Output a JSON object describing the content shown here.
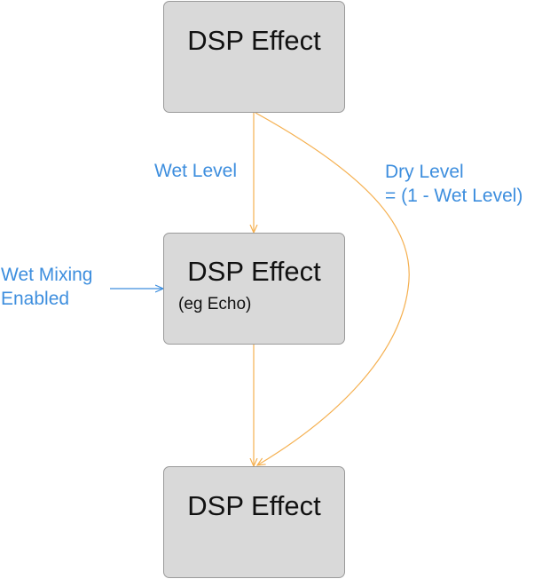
{
  "diagram": {
    "nodes": [
      {
        "title": "DSP Effect",
        "subtitle": ""
      },
      {
        "title": "DSP Effect",
        "subtitle": "(eg Echo)"
      },
      {
        "title": "DSP Effect",
        "subtitle": ""
      }
    ],
    "labels": {
      "wet_level": "Wet Level",
      "dry_level_line1": "Dry Level",
      "dry_level_line2": "= (1 - Wet Level)",
      "wet_mixing_line1": "Wet Mixing",
      "wet_mixing_line2": "Enabled"
    },
    "edges": [
      {
        "from": "node-1",
        "to": "node-2",
        "label": "Wet Level"
      },
      {
        "from": "node-1",
        "to": "node-3",
        "label": "Dry Level = (1 - Wet Level)"
      },
      {
        "from": "node-2",
        "to": "node-3",
        "label": ""
      },
      {
        "from": "Wet Mixing Enabled",
        "to": "node-2",
        "label": ""
      }
    ],
    "colors": {
      "node_fill": "#d9d9d9",
      "node_border": "#9a9a9a",
      "edge_orange": "#f5b050",
      "edge_blue": "#3d8ede",
      "label_blue": "#3d8ede",
      "node_text": "#111111"
    }
  }
}
